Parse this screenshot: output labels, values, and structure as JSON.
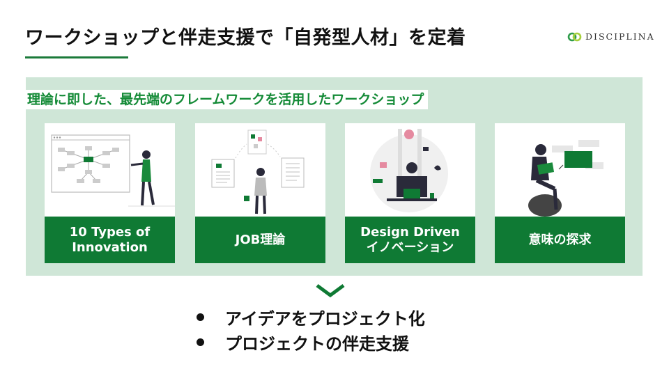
{
  "slide": {
    "title": "ワークショップと伴走支援で「自発型人材」を定着",
    "logo_text": "DISCIPLINA",
    "section_heading": "理論に即した、最先端のフレームワークを活用したワークショップ",
    "cards": [
      {
        "label": "10 Types of\nInnovation",
        "icon": "mindmap-presenter-illustration"
      },
      {
        "label": "JOB理論",
        "icon": "documents-person-illustration"
      },
      {
        "label": "Design Driven\nイノベーション",
        "icon": "person-at-computer-illustration"
      },
      {
        "label": "意味の探求",
        "icon": "person-reading-illustration"
      }
    ],
    "bullets": [
      "アイデアをプロジェクト化",
      "プロジェクトの伴走支援"
    ],
    "colors": {
      "accent": "#0f7a34",
      "panel": "#cfe6d7",
      "heading": "#138a36"
    }
  }
}
